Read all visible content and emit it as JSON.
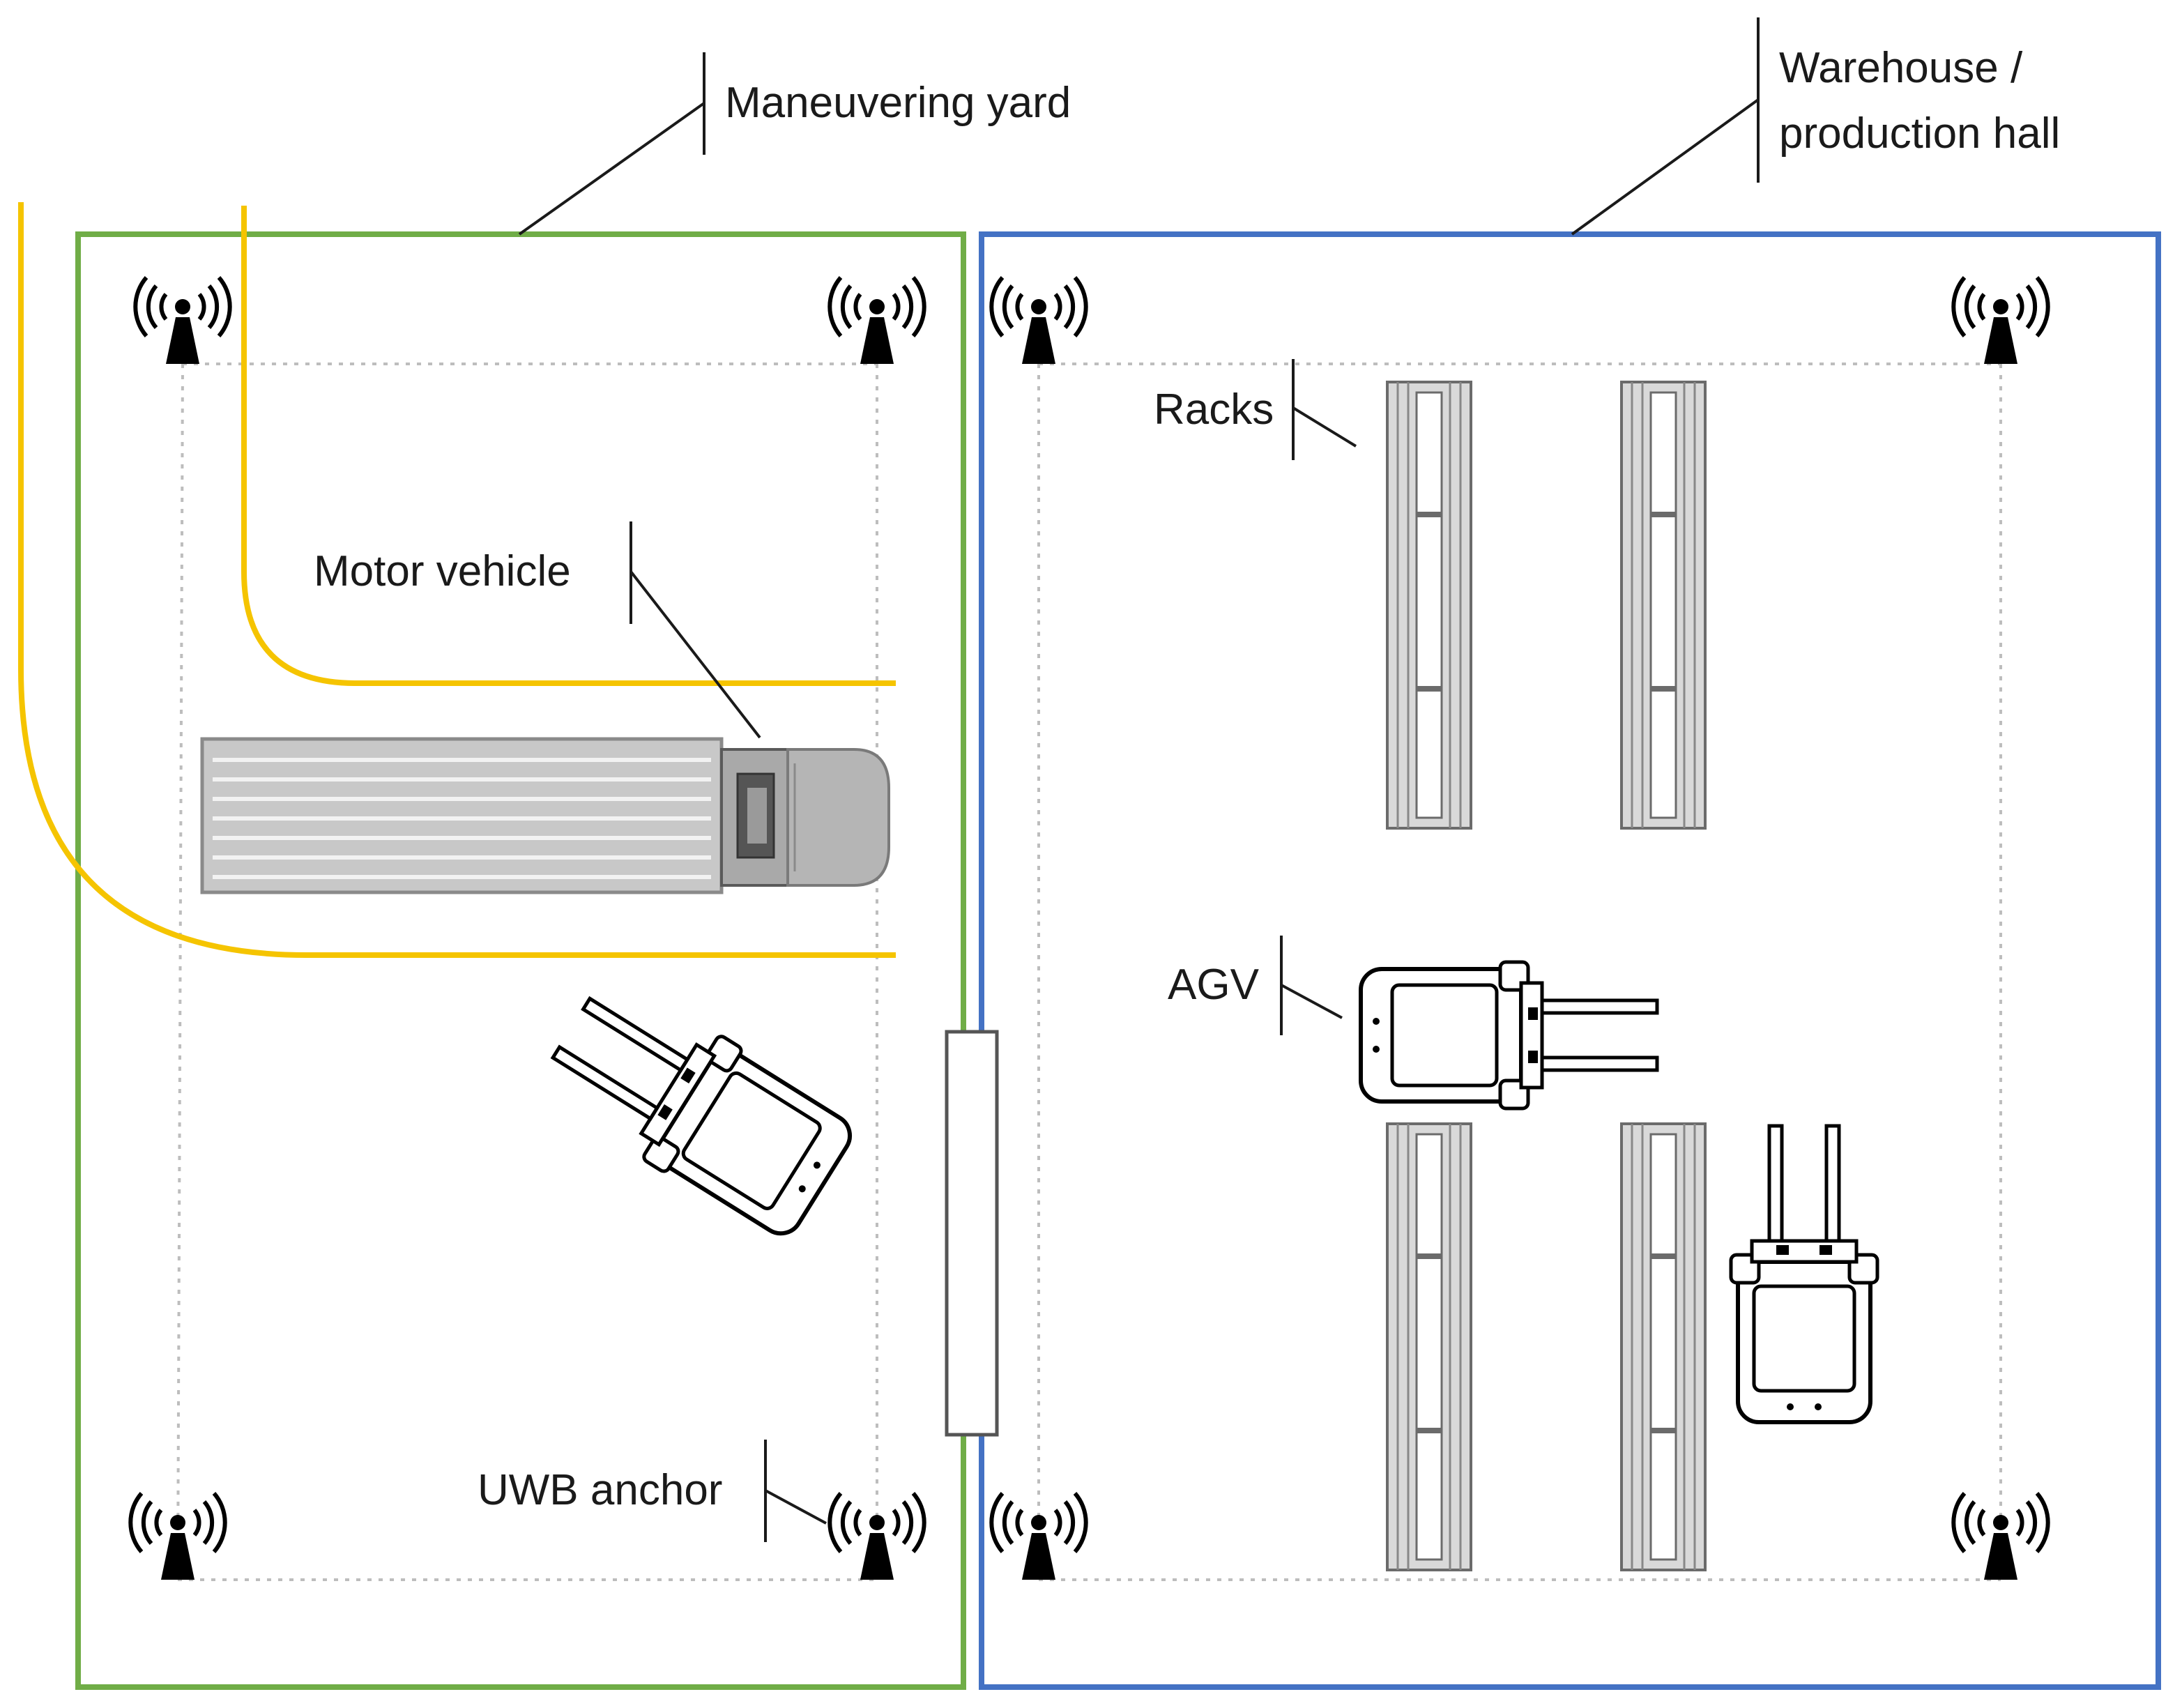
{
  "labels": {
    "maneuvering_yard": "Maneuvering yard",
    "warehouse_line1": "Warehouse /",
    "warehouse_line2": "production hall",
    "racks": "Racks",
    "motor_vehicle": "Motor vehicle",
    "agv": "AGV",
    "uwb_anchor": "UWB anchor"
  },
  "colors": {
    "yard_border": "#70ad47",
    "hall_border": "#4472c4",
    "road_line": "#f5c400",
    "anchor": "#000000",
    "grid_line": "#bdbdbd",
    "rack_fill": "#d0d0d0",
    "truck_fill": "#c8c8c8"
  },
  "icons": [
    "uwb-anchor-icon",
    "forklift-icon",
    "agv-icon",
    "truck-icon",
    "rack-icon",
    "door-icon"
  ]
}
